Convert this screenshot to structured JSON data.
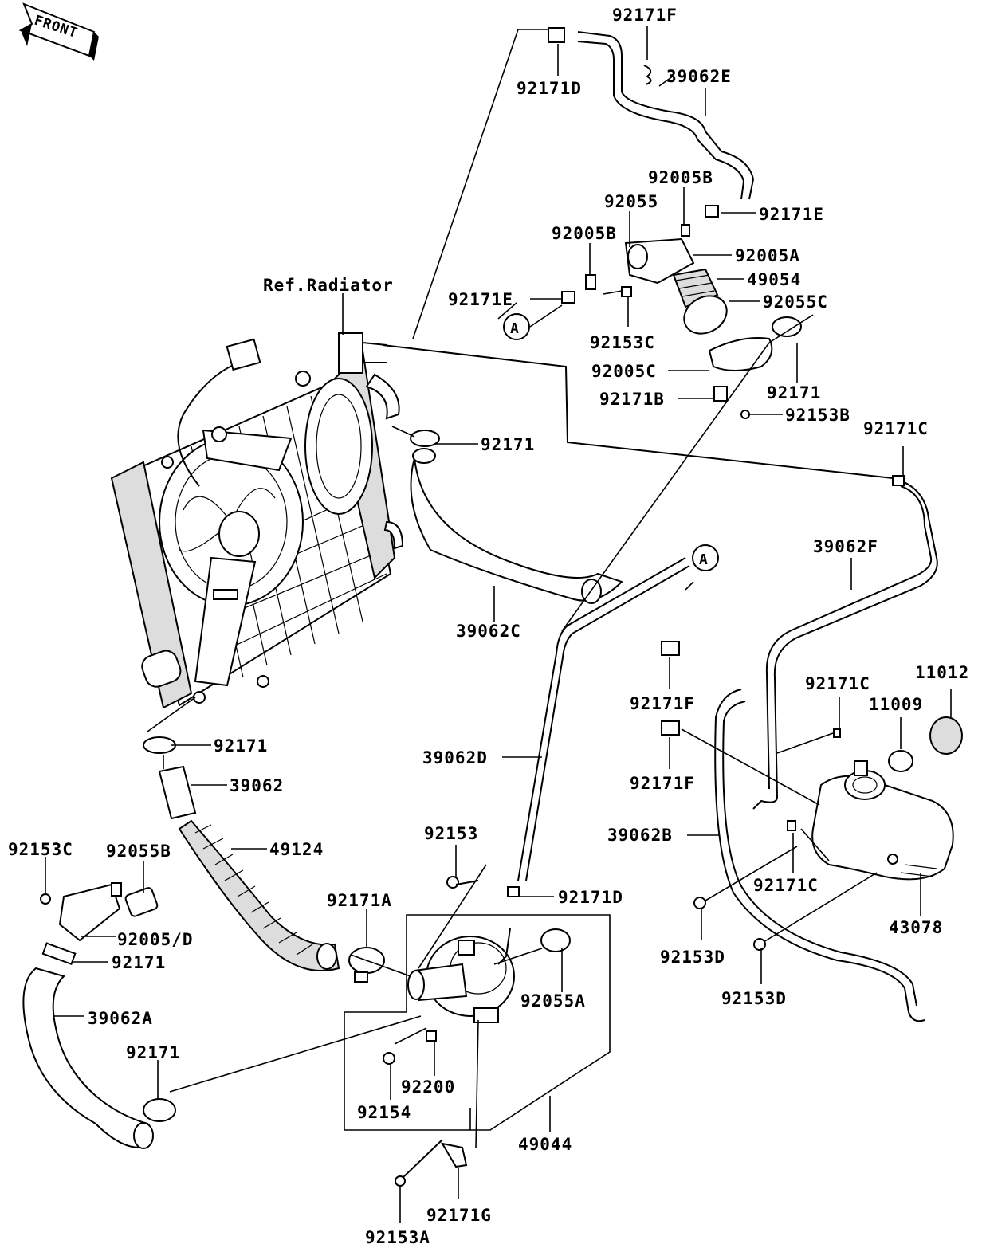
{
  "front_label": "FRONT",
  "ref_label": "Ref.Radiator",
  "callout": "A",
  "parts": {
    "p92171F_top": "92171F",
    "p92171D_top": "92171D",
    "p39062E": "39062E",
    "p92005B_r": "92005B",
    "p92055": "92055",
    "p92171E_r": "92171E",
    "p92005B_l": "92005B",
    "p92005A": "92005A",
    "p49054": "49054",
    "p92171E_l": "92171E",
    "p92055C": "92055C",
    "p92153C_top": "92153C",
    "p92005C": "92005C",
    "p92171_tr": "92171",
    "p92171B": "92171B",
    "p92153B": "92153B",
    "p92171_mid": "92171",
    "p92171C_top": "92171C",
    "p39062F": "39062F",
    "p39062C": "39062C",
    "p11012": "11012",
    "p92171C_mid": "92171C",
    "p92171F_a": "92171F",
    "p11009": "11009",
    "p92171_rad": "92171",
    "p39062D": "39062D",
    "p92171F_b": "92171F",
    "p39062": "39062",
    "p39062B": "39062B",
    "p92153C_left": "92153C",
    "p92055B": "92055B",
    "p49124": "49124",
    "p92153": "92153",
    "p92171A": "92171A",
    "p92171D_bot": "92171D",
    "p92171C_bot": "92171C",
    "p43078": "43078",
    "p92005D": "92005/D",
    "p92171_left": "92171",
    "p92055A": "92055A",
    "p92153D_a": "92153D",
    "p39062A": "39062A",
    "p92153D_b": "92153D",
    "p92171_bot": "92171",
    "p92200": "92200",
    "p92154": "92154",
    "p49044": "49044",
    "p92171G": "92171G",
    "p92153A": "92153A"
  }
}
